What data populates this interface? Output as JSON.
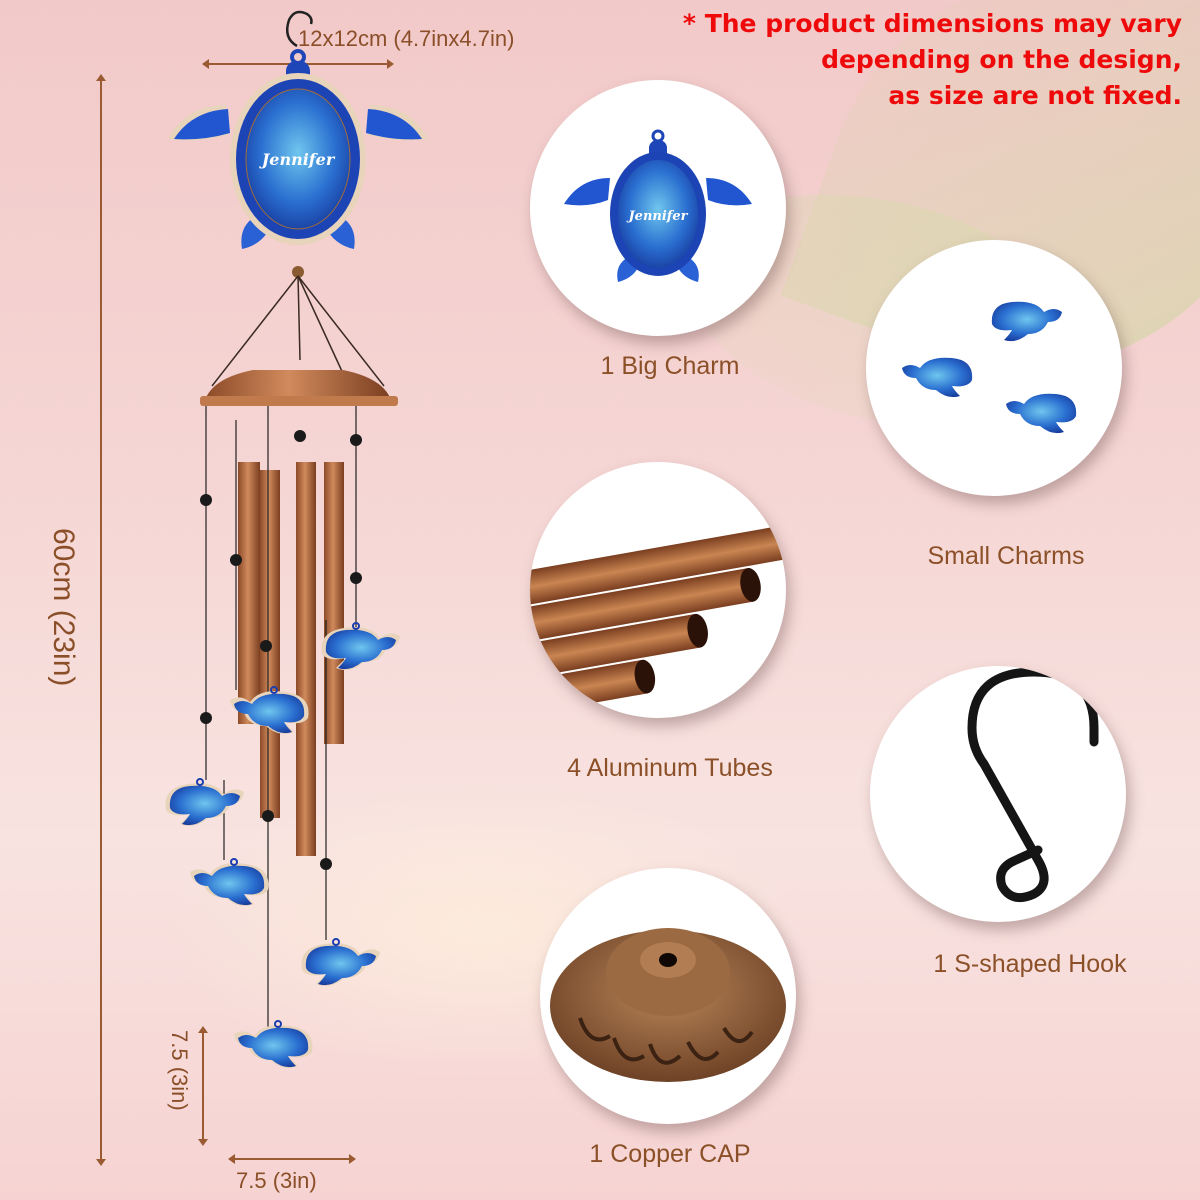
{
  "dimensions": {
    "charm_size": "12x12cm (4.7inx4.7in)",
    "total_length": "60cm (23in)",
    "small_charm_height": "7.5 (3in)",
    "small_charm_width": "7.5 (3in)"
  },
  "disclaimer": {
    "line1": "* The product dimensions may vary",
    "line2": "depending on the design,",
    "line3": "as size are not fixed."
  },
  "main_product": {
    "personalized_name": "Jennifer",
    "tube_count": 4,
    "small_charm_count": 6
  },
  "components": [
    {
      "label": "1 Big Charm",
      "icon": "big-turtle-charm-icon"
    },
    {
      "label": "Small Charms",
      "icon": "small-turtle-charms-icon"
    },
    {
      "label": "4 Aluminum Tubes",
      "icon": "copper-tubes-icon"
    },
    {
      "label": "1 S-shaped Hook",
      "icon": "s-hook-icon"
    },
    {
      "label": "1 Copper CAP",
      "icon": "copper-cap-icon"
    }
  ],
  "colors": {
    "dimension_text": "#8a4f28",
    "disclaimer_red": "#ee0a0a",
    "caption_brown": "#8b5028",
    "turtle_blue": "#1f4fc8",
    "copper": "#b8734a"
  }
}
